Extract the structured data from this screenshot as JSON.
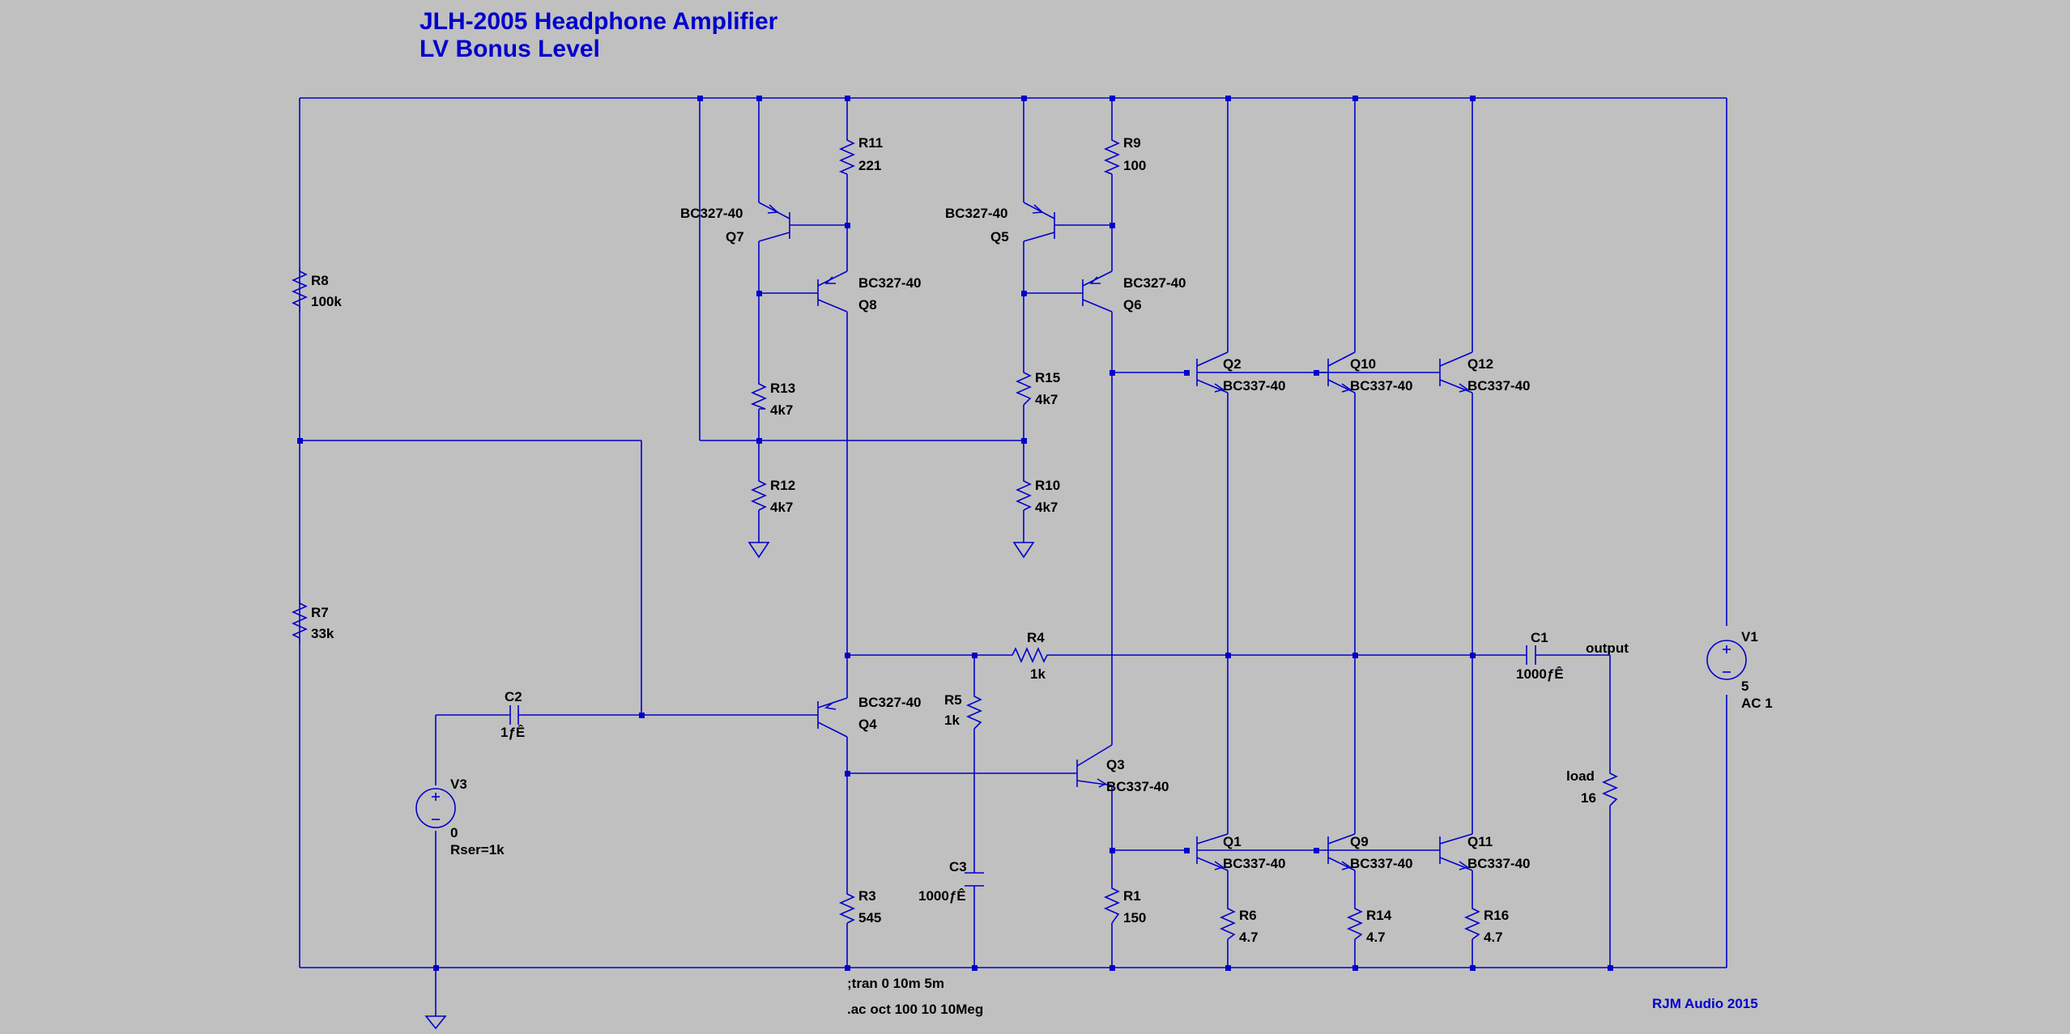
{
  "title": {
    "line1": "JLH-2005 Headphone Amplifier",
    "line2": "LV Bonus Level"
  },
  "credit": "RJM Audio 2015",
  "net_labels": {
    "output": "output"
  },
  "directives": {
    "tran": ";tran 0 10m 5m",
    "ac": ".ac oct 100 10 10Meg"
  },
  "components": {
    "R8": {
      "ref": "R8",
      "value": "100k"
    },
    "R7": {
      "ref": "R7",
      "value": "33k"
    },
    "R11": {
      "ref": "R11",
      "value": "221"
    },
    "R9": {
      "ref": "R9",
      "value": "100"
    },
    "R13": {
      "ref": "R13",
      "value": "4k7"
    },
    "R12": {
      "ref": "R12",
      "value": "4k7"
    },
    "R15": {
      "ref": "R15",
      "value": "4k7"
    },
    "R10": {
      "ref": "R10",
      "value": "4k7"
    },
    "R4": {
      "ref": "R4",
      "value": "1k"
    },
    "R5": {
      "ref": "R5",
      "value": "1k"
    },
    "R3": {
      "ref": "R3",
      "value": "545"
    },
    "R1": {
      "ref": "R1",
      "value": "150"
    },
    "R6": {
      "ref": "R6",
      "value": "4.7"
    },
    "R14": {
      "ref": "R14",
      "value": "4.7"
    },
    "R16": {
      "ref": "R16",
      "value": "4.7"
    },
    "load": {
      "ref": "load",
      "value": "16"
    },
    "C1": {
      "ref": "C1",
      "value": "1000ƒÊ"
    },
    "C2": {
      "ref": "C2",
      "value": "1ƒÊ"
    },
    "C3": {
      "ref": "C3",
      "value": "1000ƒÊ"
    },
    "V1": {
      "ref": "V1",
      "value": "5",
      "value2": "AC 1"
    },
    "V3": {
      "ref": "V3",
      "value": "0",
      "value2": "Rser=1k"
    },
    "Q7": {
      "ref": "Q7",
      "model": "BC327-40"
    },
    "Q8": {
      "ref": "Q8",
      "model": "BC327-40"
    },
    "Q5": {
      "ref": "Q5",
      "model": "BC327-40"
    },
    "Q6": {
      "ref": "Q6",
      "model": "BC327-40"
    },
    "Q4": {
      "ref": "Q4",
      "model": "BC327-40"
    },
    "Q3": {
      "ref": "Q3",
      "model": "BC337-40"
    },
    "Q2": {
      "ref": "Q2",
      "model": "BC337-40"
    },
    "Q10": {
      "ref": "Q10",
      "model": "BC337-40"
    },
    "Q12": {
      "ref": "Q12",
      "model": "BC337-40"
    },
    "Q1": {
      "ref": "Q1",
      "model": "BC337-40"
    },
    "Q9": {
      "ref": "Q9",
      "model": "BC337-40"
    },
    "Q11": {
      "ref": "Q11",
      "model": "BC337-40"
    }
  }
}
